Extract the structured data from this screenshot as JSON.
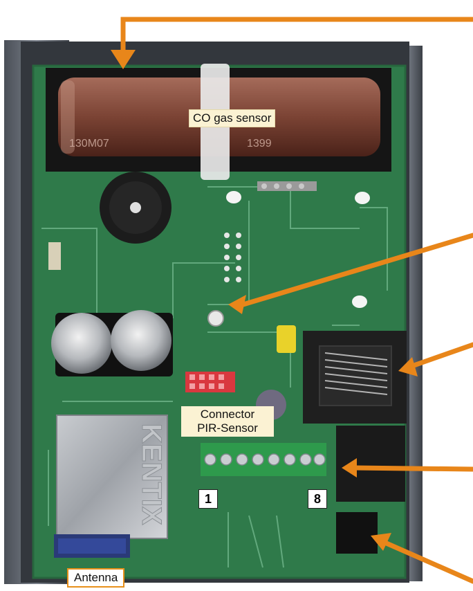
{
  "labels": {
    "co_sensor": "CO gas sensor",
    "connector_line1": "Connector",
    "connector_line2": "PIR-Sensor",
    "antenna": "Antenna",
    "pin_first": "1",
    "pin_last": "8"
  },
  "device_markings": {
    "brand": "KENTIX",
    "sensor_print_1": "130M07",
    "sensor_print_2": "1399"
  },
  "colors": {
    "arrow": "#e8861a",
    "pcb": "#2f7a4a",
    "label_bg": "#fbf2d3"
  }
}
